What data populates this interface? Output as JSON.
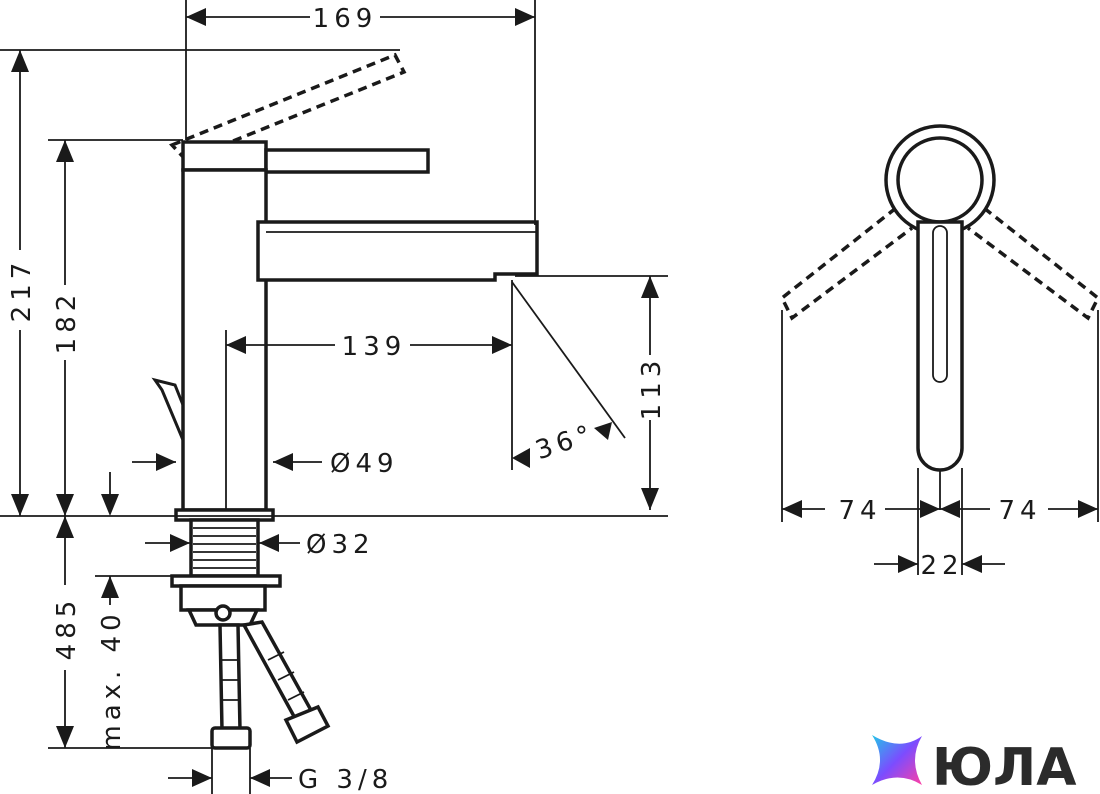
{
  "dimensions": {
    "spout_reach_total": "169",
    "height_total": "217",
    "height_body": "182",
    "spout_reach": "139",
    "spout_height": "113",
    "spout_angle": "36°",
    "body_diameter": "Ø49",
    "shank_diameter": "Ø32",
    "below_counter": "485",
    "max_thickness": "max. 40",
    "connection_thread": "G 3/8",
    "lever_swing_left": "74",
    "lever_swing_right": "74",
    "lever_width": "22"
  },
  "logo": {
    "text": "ЮЛА"
  },
  "colors": {
    "line": "#1a1a1a",
    "background": "#ffffff"
  }
}
